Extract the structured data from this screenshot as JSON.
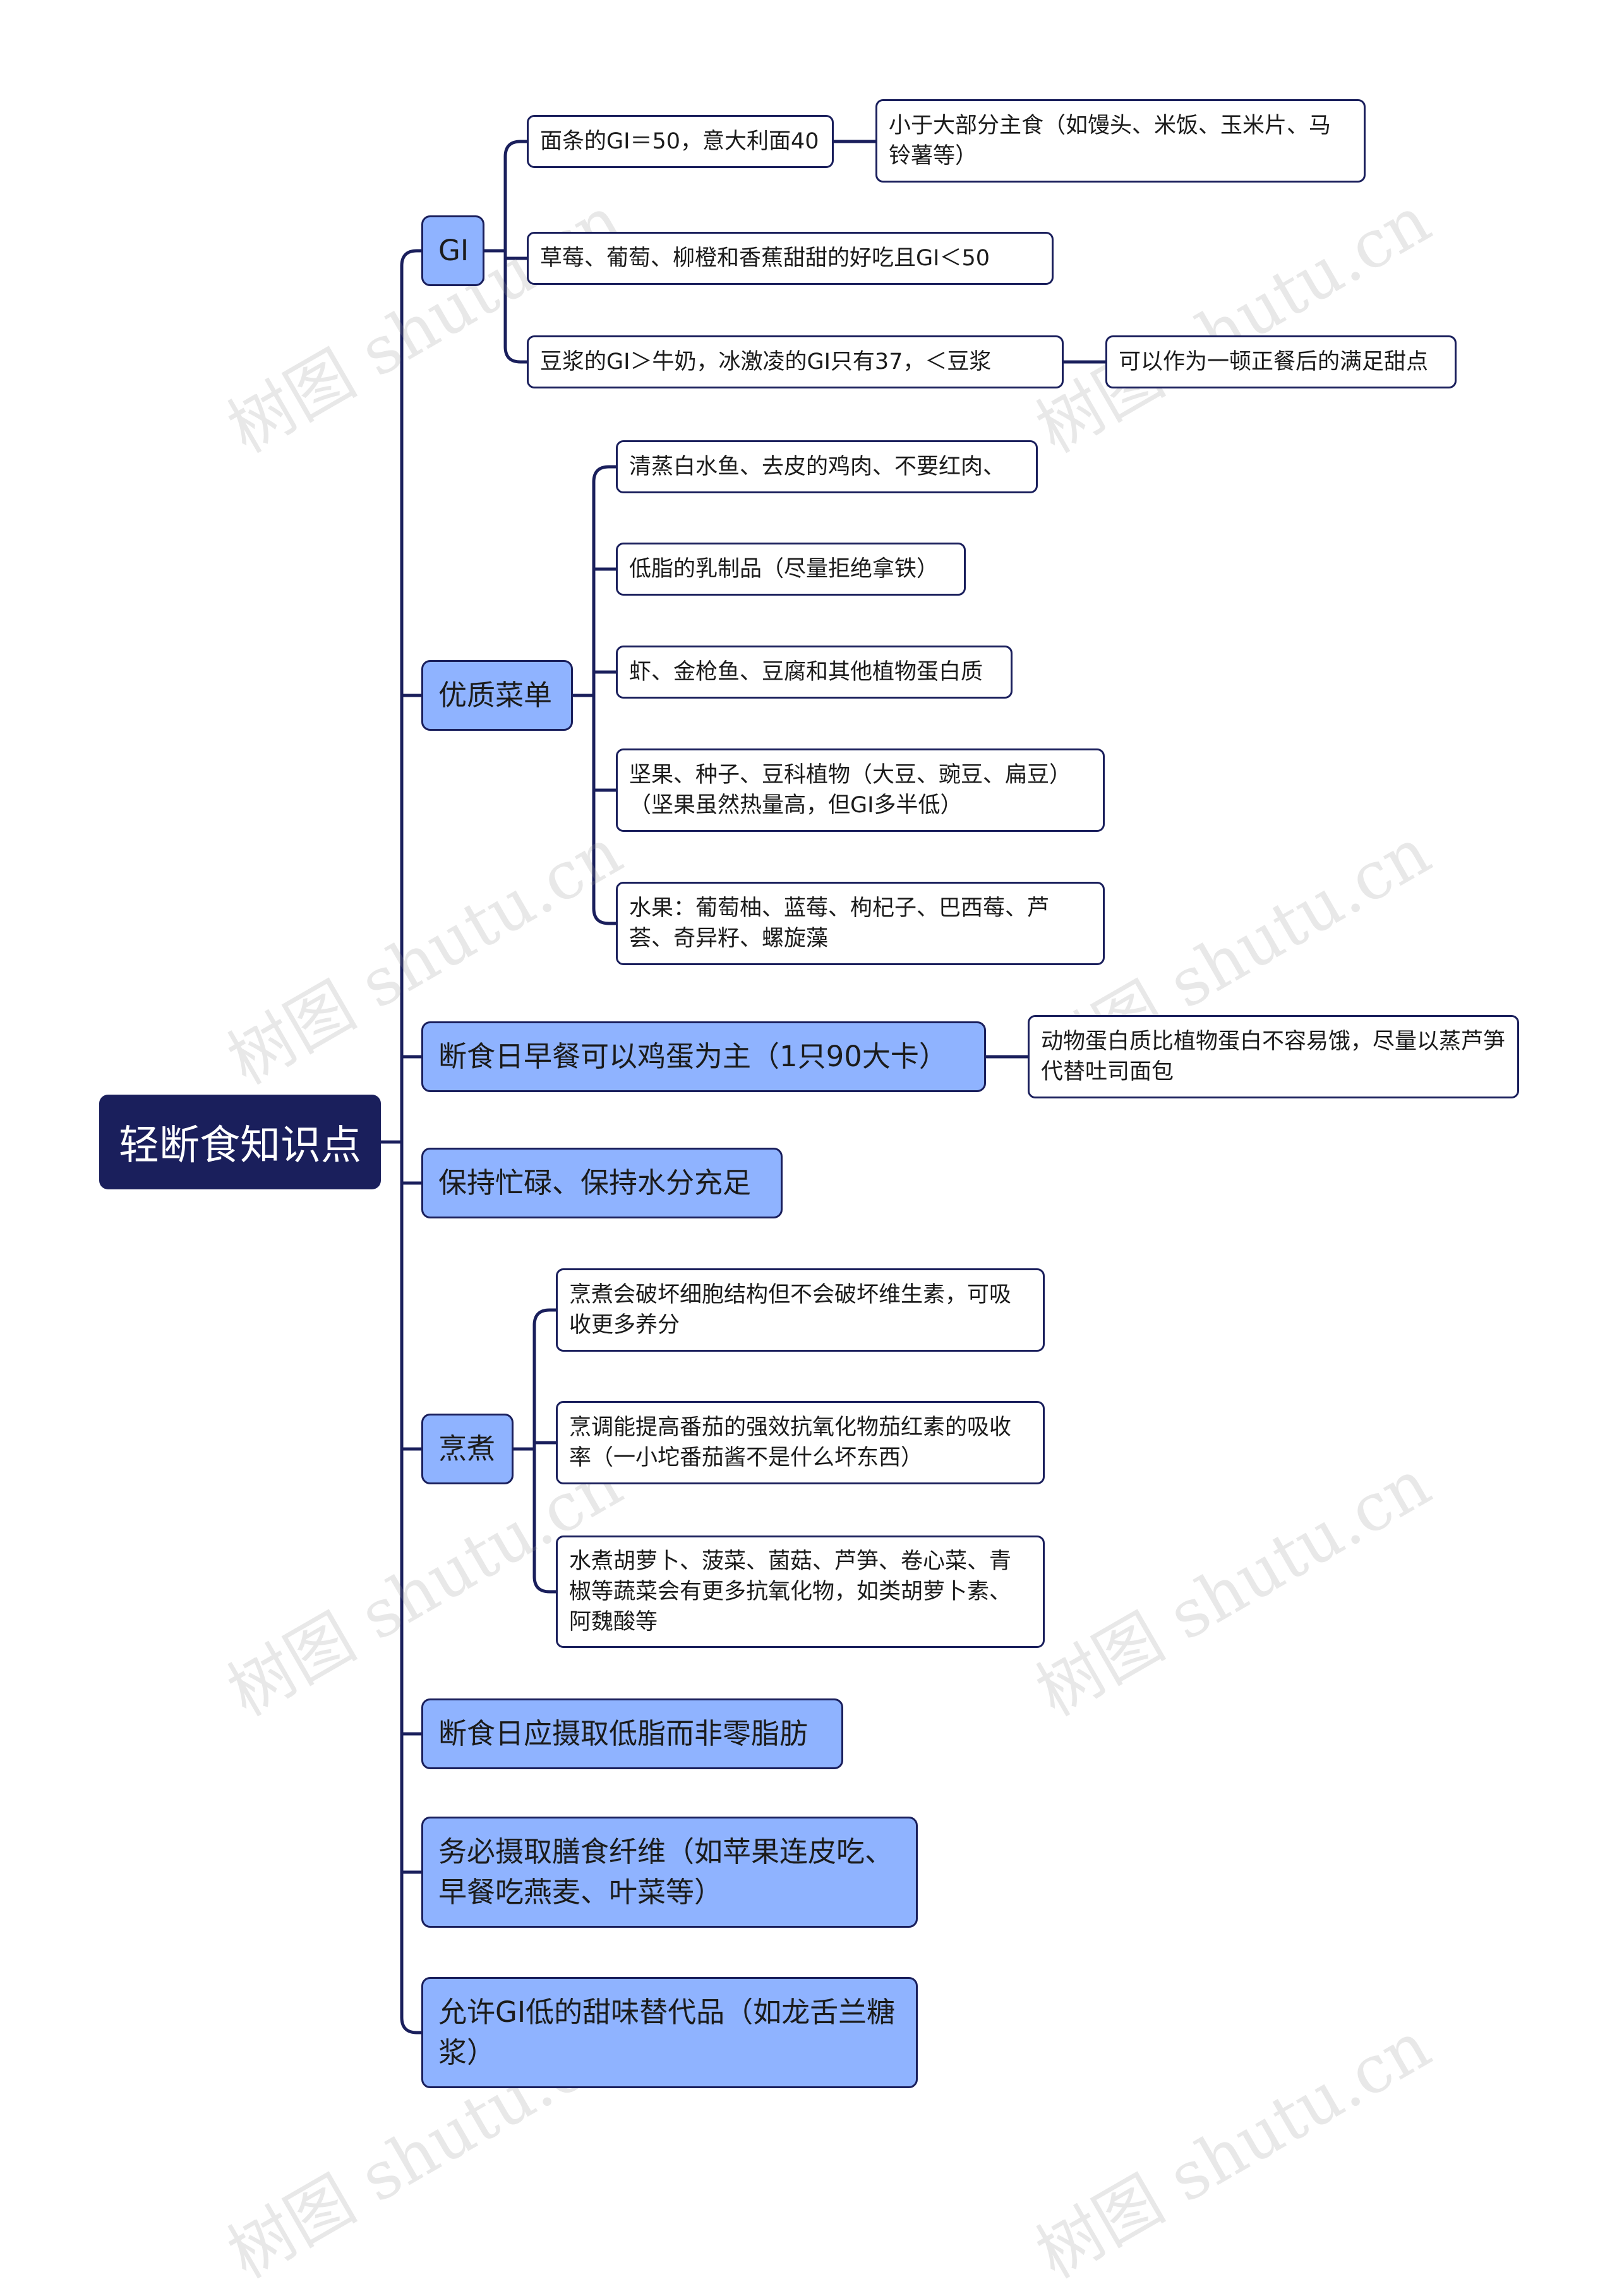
{
  "root": {
    "label": "轻断食知识点"
  },
  "branches": [
    {
      "label": "GI",
      "children": [
        {
          "label": "面条的GI＝50，意大利面40",
          "note": "小于大部分主食（如馒头、米饭、玉米片、马铃薯等）"
        },
        {
          "label": "草莓、葡萄、柳橙和香蕉甜甜的好吃且GI＜50"
        },
        {
          "label": "豆浆的GI＞牛奶，冰激凌的GI只有37，＜豆浆",
          "note": "可以作为一顿正餐后的满足甜点"
        }
      ]
    },
    {
      "label": "优质菜单",
      "children": [
        {
          "label": "清蒸白水鱼、去皮的鸡肉、不要红肉、"
        },
        {
          "label": "低脂的乳制品（尽量拒绝拿铁）"
        },
        {
          "label": "虾、金枪鱼、豆腐和其他植物蛋白质"
        },
        {
          "label": "坚果、种子、豆科植物（大豆、豌豆、扁豆）（坚果虽然热量高，但GI多半低）"
        },
        {
          "label": "水果：葡萄柚、蓝莓、枸杞子、巴西莓、芦荟、奇异籽、螺旋藻"
        }
      ]
    },
    {
      "label": "断食日早餐可以鸡蛋为主（1只90大卡）",
      "note": "动物蛋白质比植物蛋白不容易饿，尽量以蒸芦笋代替吐司面包"
    },
    {
      "label": "保持忙碌、保持水分充足"
    },
    {
      "label": "烹煮",
      "children": [
        {
          "label": "烹煮会破坏细胞结构但不会破坏维生素，可吸收更多养分"
        },
        {
          "label": "烹调能提高番茄的强效抗氧化物茄红素的吸收率（一小坨番茄酱不是什么坏东西）"
        },
        {
          "label": "水煮胡萝卜、菠菜、菌菇、芦笋、卷心菜、青椒等蔬菜会有更多抗氧化物，如类胡萝卜素、阿魏酸等"
        }
      ]
    },
    {
      "label": "断食日应摄取低脂而非零脂肪"
    },
    {
      "label": "务必摄取膳食纤维（如苹果连皮吃、早餐吃燕麦、叶菜等）"
    },
    {
      "label": "允许GI低的甜味替代品（如龙舌兰糖浆）"
    }
  ],
  "watermark": "树图 shutu.cn",
  "colors": {
    "root_bg": "#1a1f5c",
    "branch_bg": "#8fb3ff",
    "line": "#1a1f5c",
    "leaf_bg": "#ffffff"
  }
}
